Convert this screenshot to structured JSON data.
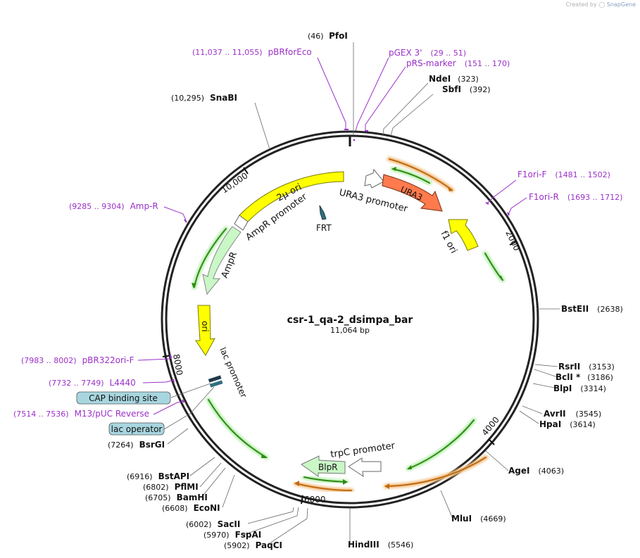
{
  "credit": {
    "text": "Created by",
    "brand": "SnapGene"
  },
  "map": {
    "name": "csr-1_qa-2_dsimpa_bar",
    "length_label": "11,064 bp",
    "ticks": [
      {
        "pos": 2000,
        "label": "2000"
      },
      {
        "pos": 4000,
        "label": "4000"
      },
      {
        "pos": 6000,
        "label": "6000"
      },
      {
        "pos": 8000,
        "label": "8000"
      },
      {
        "pos": 10000,
        "label": "10,000"
      }
    ]
  },
  "colors": {
    "backbone": "#222222",
    "enzyme_text": "#111111",
    "primer": "#9b30c8",
    "ori_feature": "#ffff00",
    "ura3": "#ff7a4d",
    "marker_green": "#c9f7c6",
    "primer_arrow_green": "#2f8b12",
    "primer_arrow_orange": "#c06a10",
    "label_box": "#a8d6e0"
  },
  "enzymes": [
    {
      "name": "PfoI",
      "pos": "(46)"
    },
    {
      "name": "NdeI",
      "pos": "(323)"
    },
    {
      "name": "SbfI",
      "pos": "(392)"
    },
    {
      "name": "BstEII",
      "pos": "(2638)"
    },
    {
      "name": "RsrII",
      "pos": "(3153)"
    },
    {
      "name": "BclI *",
      "pos": "(3186)"
    },
    {
      "name": "BlpI",
      "pos": "(3314)"
    },
    {
      "name": "AvrII",
      "pos": "(3545)"
    },
    {
      "name": "HpaI",
      "pos": "(3614)"
    },
    {
      "name": "AgeI",
      "pos": "(4063)"
    },
    {
      "name": "MluI",
      "pos": "(4669)"
    },
    {
      "name": "HindIII",
      "pos": "(5546)"
    },
    {
      "name": "SacII",
      "pos": "(6002)"
    },
    {
      "name": "FspAI",
      "pos": "(5970)"
    },
    {
      "name": "PaqCI",
      "pos": "(5902)"
    },
    {
      "name": "BstAPI",
      "pos": "(6916)"
    },
    {
      "name": "PflMI",
      "pos": "(6802)"
    },
    {
      "name": "BamHI",
      "pos": "(6705)"
    },
    {
      "name": "EcoNI",
      "pos": "(6608)"
    },
    {
      "name": "BsrGI",
      "pos": "(7264)"
    },
    {
      "name": "SnaBI",
      "pos": "(10,295)"
    }
  ],
  "primers": [
    {
      "name": "pBRforEco",
      "range": "(11,037 .. 11,055)"
    },
    {
      "name": "pGEX 3'",
      "range": "(29 .. 51)"
    },
    {
      "name": "pRS-marker",
      "range": "(151 .. 170)"
    },
    {
      "name": "F1ori-F",
      "range": "(1481 .. 1502)"
    },
    {
      "name": "F1ori-R",
      "range": "(1693 .. 1712)"
    },
    {
      "name": "Amp-R",
      "range": "(9285 .. 9304)"
    },
    {
      "name": "pBR322ori-F",
      "range": "(7983 .. 8002)"
    },
    {
      "name": "L4440",
      "range": "(7732 .. 7749)"
    },
    {
      "name": "M13/pUC Reverse",
      "range": "(7514 .. 7536)"
    }
  ],
  "features": {
    "two_micron_ori": "2µ ori",
    "ampr_promoter": "AmpR promoter",
    "ampr": "AmpR",
    "ori": "ori",
    "lac_promoter": "lac promoter",
    "frt": "FRT",
    "ura3_promoter": "URA3 promoter",
    "ura3": "URA3",
    "f1_ori": "f1 ori",
    "trpc_promoter": "trpC promoter",
    "blpr": "BlpR",
    "cap_binding_site": "CAP binding site",
    "lac_operator": "lac operator"
  }
}
